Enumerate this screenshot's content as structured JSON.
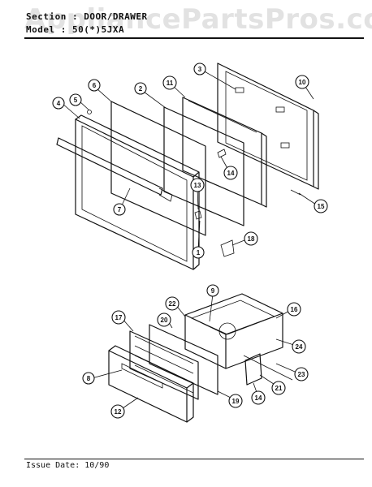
{
  "header": {
    "section_line": "Section :  DOOR/DRAWER",
    "model_line": "Model :  50(*)5JXA"
  },
  "watermark": "AppliancePartsPros.com",
  "footer": {
    "issue_date": "Issue Date: 10/90"
  },
  "callouts": [
    "1",
    "2",
    "3",
    "4",
    "5",
    "6",
    "7",
    "8",
    "9",
    "10",
    "11",
    "12",
    "13",
    "14",
    "14",
    "15",
    "16",
    "17",
    "18",
    "19",
    "20",
    "21",
    "22",
    "23",
    "24"
  ]
}
